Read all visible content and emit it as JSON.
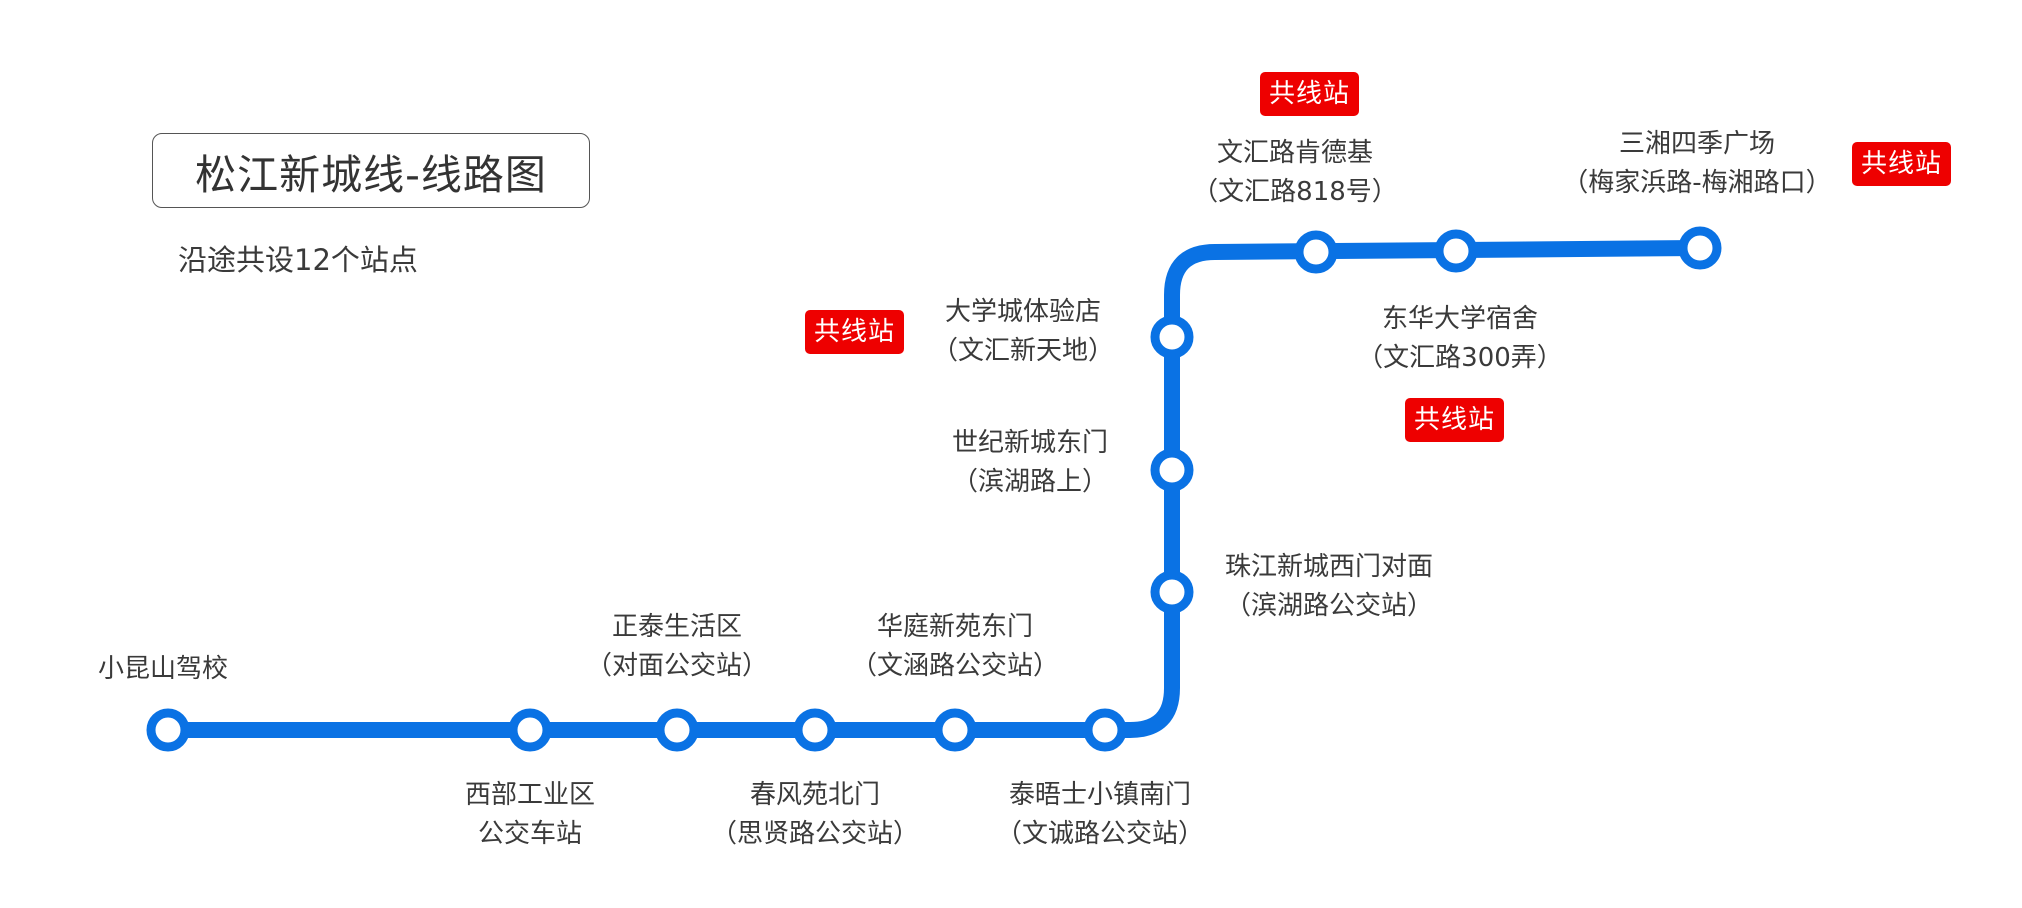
{
  "title": "松江新城线-线路图",
  "subtitle": "沿途共设12个站点",
  "colors": {
    "line": "#0a72e4",
    "station_fill": "#ffffff",
    "badge": "#ee0000",
    "text": "#3a3a3a"
  },
  "badge_text": "共线站",
  "stations": [
    {
      "name": "小昆山驾校",
      "sub": ""
    },
    {
      "name": "西部工业区",
      "sub": "公交车站"
    },
    {
      "name": "正泰生活区",
      "sub": "（对面公交站）"
    },
    {
      "name": "春风苑北门",
      "sub": "（思贤路公交站）"
    },
    {
      "name": "华庭新苑东门",
      "sub": "（文涵路公交站）"
    },
    {
      "name": "泰晤士小镇南门",
      "sub": "（文诚路公交站）"
    },
    {
      "name": "珠江新城西门对面",
      "sub": "（滨湖路公交站）"
    },
    {
      "name": "世纪新城东门",
      "sub": "（滨湖路上）"
    },
    {
      "name": "大学城体验店",
      "sub": "（文汇新天地）",
      "shared": true
    },
    {
      "name": "文汇路肯德基",
      "sub": "（文汇路818号）",
      "shared": true
    },
    {
      "name": "东华大学宿舍",
      "sub": "（文汇路300弄）",
      "shared": true
    },
    {
      "name": "三湘四季广场",
      "sub": "（梅家浜路-梅湘路口）",
      "shared": true
    }
  ]
}
